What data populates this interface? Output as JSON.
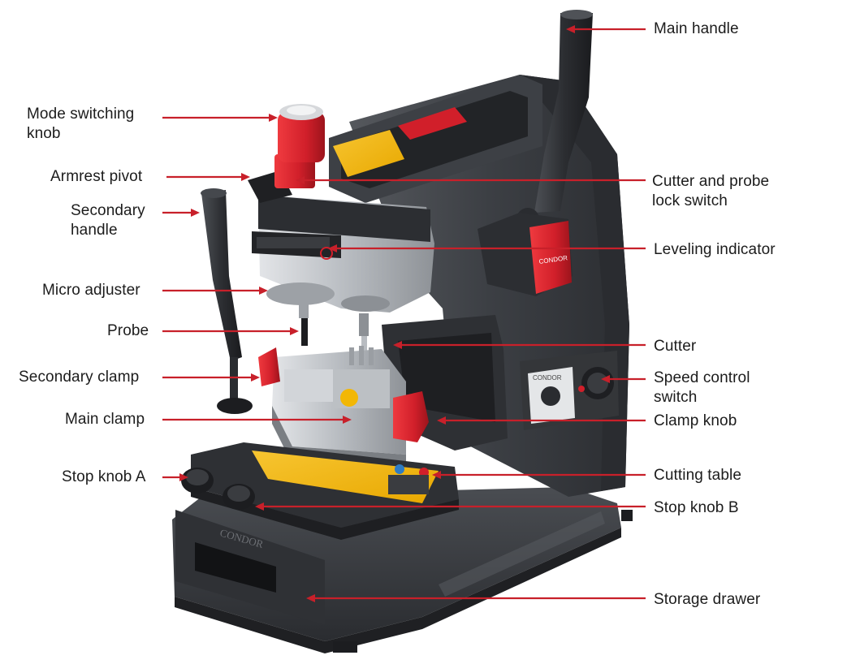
{
  "colors": {
    "accent_red": "#d11f2a",
    "leader_line": "#c8202a",
    "body_dark": "#3a3c40",
    "body_mid": "#4a4d52",
    "metal": "#c9ccd0",
    "warning_yellow": "#f2b705",
    "text": "#1c1c1c"
  },
  "machine": {
    "brand_plate": "CONDOR",
    "knob_brand": "CONDOR",
    "panel_brand": "CONDOR"
  },
  "labels": {
    "main_handle": "Main handle",
    "mode_switching_knob_1": "Mode switching",
    "mode_switching_knob_2": "knob",
    "armrest_pivot": "Armrest pivot",
    "secondary_handle_1": "Secondary",
    "secondary_handle_2": "handle",
    "micro_adjuster": "Micro adjuster",
    "probe": "Probe",
    "secondary_clamp": "Secondary clamp",
    "main_clamp": "Main clamp",
    "stop_knob_a": "Stop knob A",
    "cutter_probe_lock_1": "Cutter and probe",
    "cutter_probe_lock_2": "lock switch",
    "leveling_indicator": "Leveling indicator",
    "cutter": "Cutter",
    "speed_control_1": "Speed control",
    "speed_control_2": "switch",
    "clamp_knob": "Clamp knob",
    "cutting_table": "Cutting table",
    "stop_knob_b": "Stop knob B",
    "storage_drawer": "Storage drawer"
  }
}
